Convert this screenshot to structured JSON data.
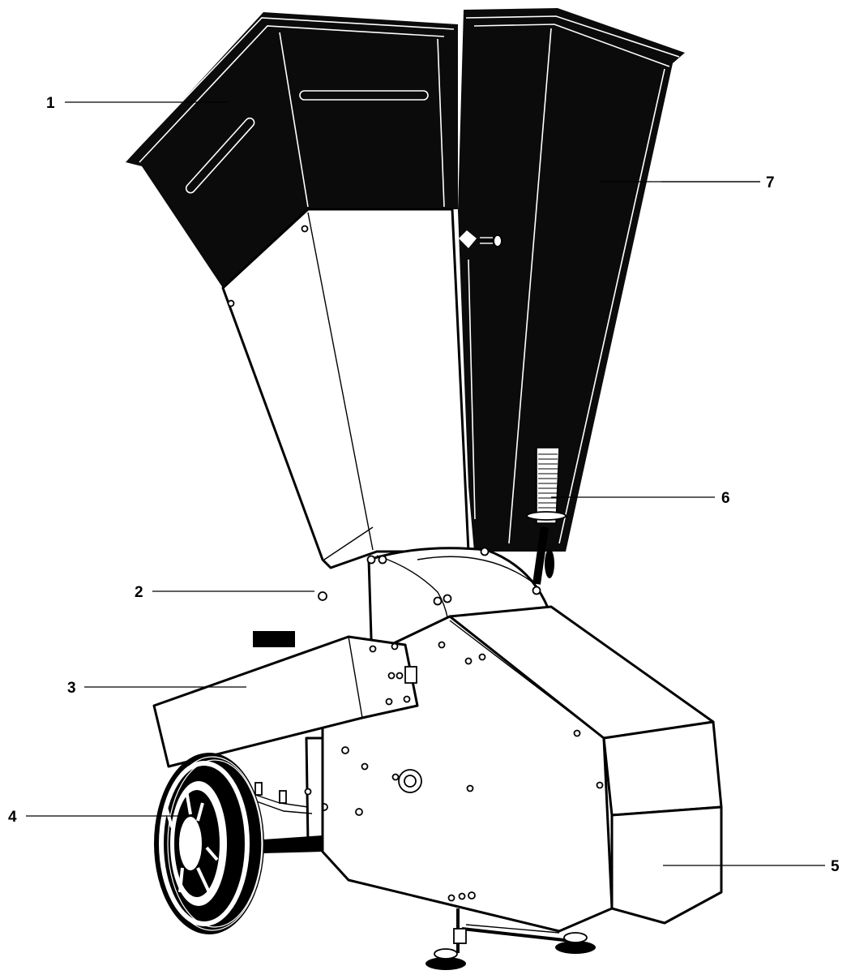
{
  "callouts": [
    {
      "id": "1",
      "label": "1"
    },
    {
      "id": "2",
      "label": "2"
    },
    {
      "id": "3",
      "label": "3"
    },
    {
      "id": "4",
      "label": "4"
    },
    {
      "id": "5",
      "label": "5"
    },
    {
      "id": "6",
      "label": "6"
    },
    {
      "id": "7",
      "label": "7"
    }
  ],
  "colors": {
    "ink": "#0b0b0b",
    "paper": "#ffffff"
  }
}
